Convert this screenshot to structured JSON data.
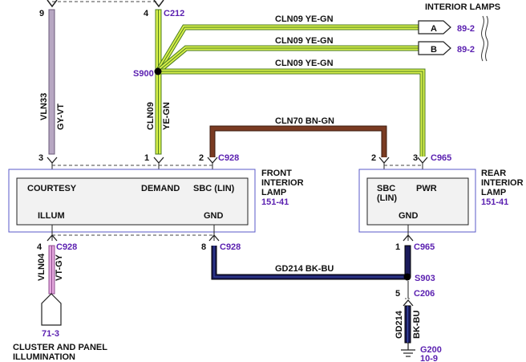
{
  "colors": {
    "ye_gn_fill": "#d7f04a",
    "ye_gn_edge": "#4b7a20",
    "gy_vt_fill": "#b7a7c2",
    "gy_vt_edge": "#6a5a78",
    "bn_gn": "#7a3b22",
    "bk_bu_fill": "#1a1a5a",
    "bk_bu_edge": "#000000",
    "vt_gy_fill": "#e4a9de",
    "vt_gy_edge": "#8f4c8f",
    "accent_blue": "#5a1fb0",
    "box_bg": "#f2f2f2",
    "outer_box": "#5a5ac8"
  },
  "interior_lamps": {
    "title": "INTERIOR LAMPS",
    "tab_a": "A",
    "tab_b": "B",
    "ref_a": "89-2",
    "ref_b": "89-2"
  },
  "wires": {
    "top1": "CLN09  YE-GN",
    "top2": "CLN09  YE-GN",
    "top3": "CLN09  YE-GN",
    "bn_gn": "CLN70  BN-GN",
    "gd214_h": "GD214  BK-BU",
    "vln33_circuit": "VLN33",
    "vln33_color": "GY-VT",
    "cln09_circuit": "CLN09",
    "cln09_color": "YE-GN",
    "vln04_circuit": "VLN04",
    "vln04_color": "VT-GY",
    "gd214_circuit": "GD214",
    "gd214_color": "BK-BU"
  },
  "pins": {
    "top_9": "9",
    "top_4": "4",
    "front_3": "3",
    "front_1": "1",
    "front_2": "2",
    "front_4": "4",
    "front_8": "8",
    "rear_2": "2",
    "rear_3": "3",
    "rear_1": "1",
    "s903_5": "5"
  },
  "connectors": {
    "c212": "C212",
    "s900": "S900",
    "c928_top": "C928",
    "c965_top": "C965",
    "c928_bl": "C928",
    "c928_br": "C928",
    "c965_bot": "C965",
    "s903": "S903",
    "c206": "C206",
    "g200": "G200",
    "g200_ref": "10-9"
  },
  "front_lamp": {
    "title_line1": "FRONT",
    "title_line2": "INTERIOR",
    "title_line3": "LAMP",
    "ref": "151-41",
    "courtesy": "COURTESY",
    "demand": "DEMAND",
    "sbc": "SBC (LIN)",
    "illum": "ILLUM",
    "gnd": "GND"
  },
  "rear_lamp": {
    "title_line1": "REAR",
    "title_line2": "INTERIOR",
    "title_line3": "LAMP",
    "ref": "151-41",
    "sbc_line1": "SBC",
    "sbc_line2": "(LIN)",
    "pwr": "PWR",
    "gnd": "GND"
  },
  "cluster": {
    "ref": "71-3",
    "line1": "CLUSTER AND PANEL",
    "line2": "ILLUMINATION"
  }
}
